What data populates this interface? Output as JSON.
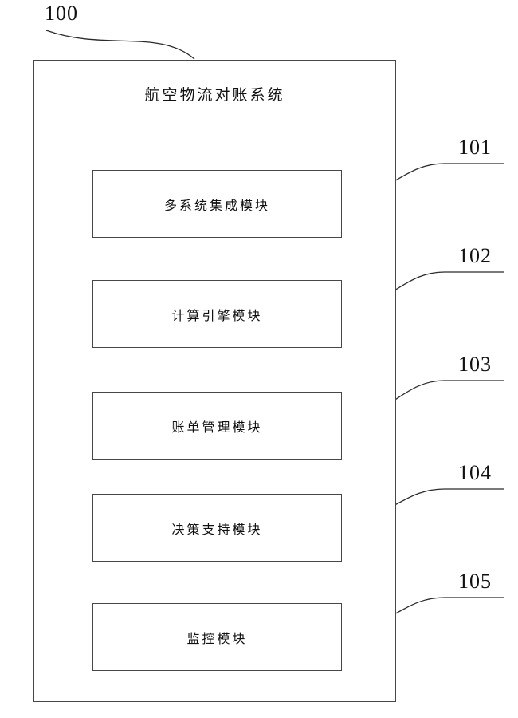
{
  "diagram": {
    "figure_kind": "patent-system-block-diagram",
    "system_label": "100",
    "system_title": "航空物流对账系统",
    "modules": [
      {
        "label": "101",
        "name": "多系统集成模块"
      },
      {
        "label": "102",
        "name": "计算引擎模块"
      },
      {
        "label": "103",
        "name": "账单管理模块"
      },
      {
        "label": "104",
        "name": "决策支持模块"
      },
      {
        "label": "105",
        "name": "监控模块"
      }
    ],
    "line_color": "#2b2b2b",
    "background_color": "#ffffff"
  }
}
